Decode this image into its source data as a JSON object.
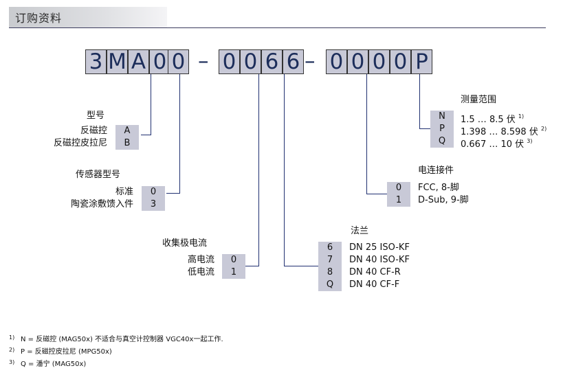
{
  "header": {
    "title": "订购资料"
  },
  "code": {
    "boxes": [
      "3",
      "M",
      "A",
      "0",
      "0",
      "0",
      "6",
      "0",
      "0",
      "0",
      "P"
    ],
    "separators": [
      "–",
      "–"
    ]
  },
  "model": {
    "title": "型号",
    "options": [
      {
        "label": "反磁控",
        "code": "A"
      },
      {
        "label": "反磁控皮拉尼",
        "code": "B"
      }
    ]
  },
  "sensor_type": {
    "title": "传感器型号",
    "options": [
      {
        "label": "标准",
        "code": "0"
      },
      {
        "label": "陶瓷涂敷馈入件",
        "code": "3"
      }
    ]
  },
  "collector": {
    "title": "收集极电流",
    "options": [
      {
        "label": "高电流",
        "code": "0"
      },
      {
        "label": "低电流",
        "code": "1"
      }
    ]
  },
  "flange": {
    "title": "法兰",
    "options": [
      {
        "code": "6",
        "label": "DN 25 ISO-KF"
      },
      {
        "code": "7",
        "label": "DN 40 ISO-KF"
      },
      {
        "code": "8",
        "label": "DN 40 CF-R"
      },
      {
        "code": "Q",
        "label": "DN 40 CF-F"
      }
    ]
  },
  "connector": {
    "title": "电连接件",
    "options": [
      {
        "code": "0",
        "label": "FCC, 8-脚"
      },
      {
        "code": "1",
        "label": "D-Sub, 9-脚"
      }
    ]
  },
  "range": {
    "title": "测量范围",
    "options": [
      {
        "code": "N",
        "label": "1.5 … 8.5 伏",
        "note": "1)"
      },
      {
        "code": "P",
        "label": "1.398 … 8.598 伏",
        "note": "2)"
      },
      {
        "code": "Q",
        "label": "0.667 … 10 伏",
        "note": "3)"
      }
    ]
  },
  "footnotes": [
    {
      "num": "1)",
      "text": "N = 反磁控 (MAG50x) 不适合与真空计控制器 VGC40x一起工作."
    },
    {
      "num": "2)",
      "text": "P = 反磁控皮拉尼 (MPG50x)"
    },
    {
      "num": "3)",
      "text": "Q = 潘宁 (MAG50x)"
    }
  ]
}
